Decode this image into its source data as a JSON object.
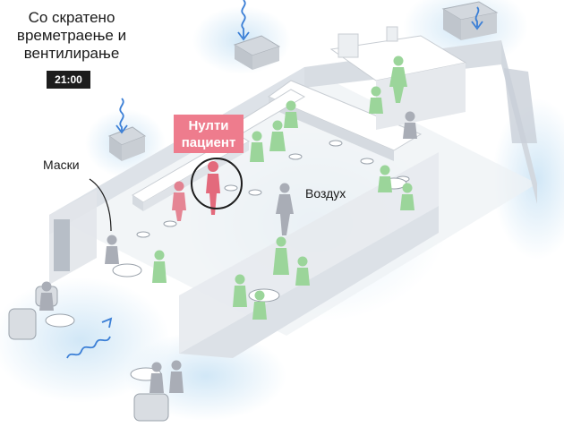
{
  "title": "Со скратено времетраење и вентилирање",
  "time": "21:00",
  "labels": {
    "patient_zero": "Нулти пациент",
    "masks": "Маски",
    "air": "Воздух"
  },
  "colors": {
    "infected": "#e36a7c",
    "exposed": "#9bd59a",
    "neutral": "#a9adb6",
    "airflow": "#3b7fd6",
    "air_glow": "#d9ecf8",
    "patient_label_bg": "#ee7c8d"
  }
}
